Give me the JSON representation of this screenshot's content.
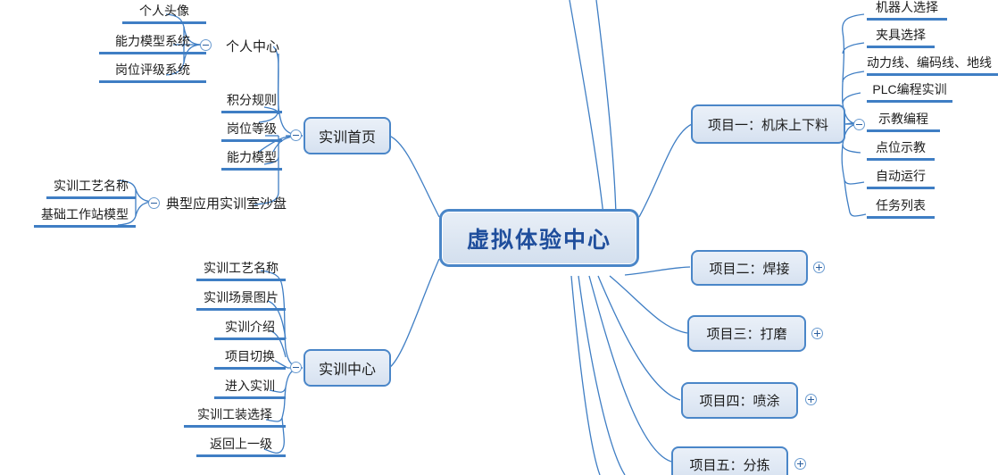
{
  "colors": {
    "line": "#3f7ec4",
    "node_border": "#4a86c8",
    "node_fill": "#dce6f2",
    "root_text": "#1f4e9c",
    "leaf_text": "#1c1c1c"
  },
  "root": {
    "label": "虚拟体验中心"
  },
  "left_branches": [
    {
      "id": "shixun-shouye",
      "label": "实训首页",
      "toggle": "collapse",
      "children": [
        {
          "id": "geren-zhongxin",
          "label": "个人中心",
          "toggle": "collapse",
          "children": [
            {
              "label": "个人头像"
            },
            {
              "label": "能力模型系统"
            },
            {
              "label": "岗位评级系统"
            }
          ]
        },
        {
          "label": "积分规则"
        },
        {
          "label": "岗位等级"
        },
        {
          "label": "能力模型"
        },
        {
          "id": "shayan",
          "label": "典型应用实训室沙盘",
          "toggle": "collapse",
          "children": [
            {
              "label": "实训工艺名称"
            },
            {
              "label": "基础工作站模型"
            }
          ]
        }
      ]
    },
    {
      "id": "shixun-zhongxin",
      "label": "实训中心",
      "toggle": "collapse",
      "children": [
        {
          "label": "实训工艺名称"
        },
        {
          "label": "实训场景图片"
        },
        {
          "label": "实训介绍"
        },
        {
          "label": "项目切换"
        },
        {
          "label": "进入实训"
        },
        {
          "label": "实训工装选择"
        },
        {
          "label": "返回上一级"
        }
      ]
    }
  ],
  "right_branches": [
    {
      "id": "xiangmu-yi",
      "label": "项目一：机床上下料",
      "toggle": "collapse",
      "children": [
        {
          "label": "机器人选择"
        },
        {
          "label": "夹具选择"
        },
        {
          "label": "动力线、编码线、地线"
        },
        {
          "label": "PLC编程实训"
        },
        {
          "label": "示教编程"
        },
        {
          "label": "点位示教"
        },
        {
          "label": "自动运行"
        },
        {
          "label": "任务列表"
        }
      ]
    },
    {
      "id": "xiangmu-er",
      "label": "项目二：焊接",
      "toggle": "expand",
      "children": []
    },
    {
      "id": "xiangmu-san",
      "label": "项目三：打磨",
      "toggle": "expand",
      "children": []
    },
    {
      "id": "xiangmu-si",
      "label": "项目四：喷涂",
      "toggle": "expand",
      "children": []
    },
    {
      "id": "xiangmu-wu",
      "label": "项目五：分拣",
      "toggle": "expand",
      "children": []
    }
  ]
}
